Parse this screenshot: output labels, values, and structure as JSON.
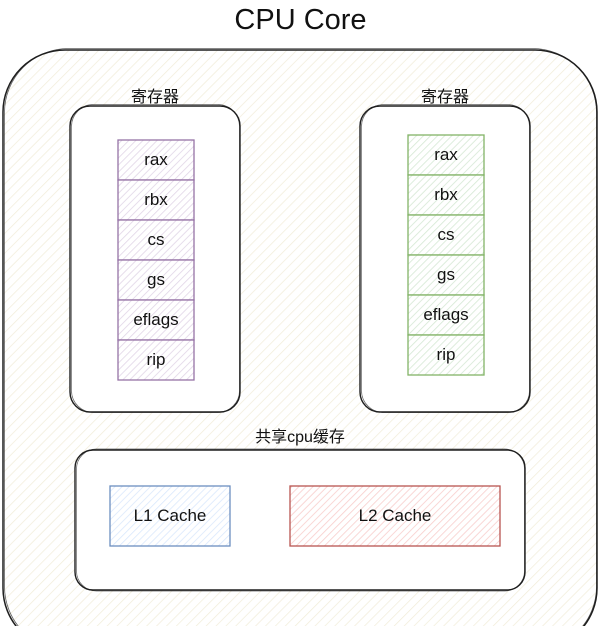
{
  "title": "CPU Core",
  "colors": {
    "outer_fill": "#fbf9f1",
    "stroke": "#1e1e1e",
    "purple_stroke": "#9673a6",
    "purple_fill": "#e1d5e7",
    "green_stroke": "#82b366",
    "green_fill": "#d5e8d4",
    "blue_stroke": "#6c8ebf",
    "blue_fill": "#dae8fc",
    "red_stroke": "#b85450",
    "red_fill": "#f8cecc"
  },
  "register_groups": [
    {
      "label": "寄存器",
      "color": "purple",
      "registers": [
        "rax",
        "rbx",
        "cs",
        "gs",
        "eflags",
        "rip"
      ]
    },
    {
      "label": "寄存器",
      "color": "green",
      "registers": [
        "rax",
        "rbx",
        "cs",
        "gs",
        "eflags",
        "rip"
      ]
    }
  ],
  "shared_cache": {
    "label": "共享cpu缓存",
    "caches": [
      {
        "label": "L1 Cache",
        "color": "blue"
      },
      {
        "label": "L2 Cache",
        "color": "red"
      }
    ]
  }
}
